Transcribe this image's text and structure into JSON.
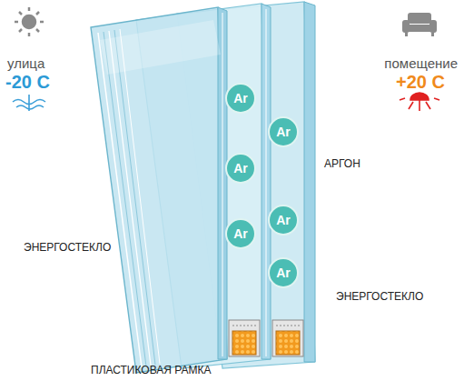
{
  "diagram": {
    "nodes": [
      {
        "text": [
          "Ar"
        ]
      },
      {
        "text": [
          "Ar"
        ]
      },
      {
        "text": [
          "Ar"
        ]
      },
      {
        "text": [
          "Ar"
        ]
      },
      {
        "text": [
          "Ar"
        ]
      },
      {
        "text": [
          "Ar"
        ]
      }
    ],
    "labels": [
      "улица",
      "-20 C",
      "помещение",
      "+20 C",
      "АРГОН",
      "ЭНЕРГОСТЕКЛО",
      "ЭНЕРГОСТЕКЛО",
      "ПЛАСТИКОВАЯ РАМКА"
    ]
  }
}
